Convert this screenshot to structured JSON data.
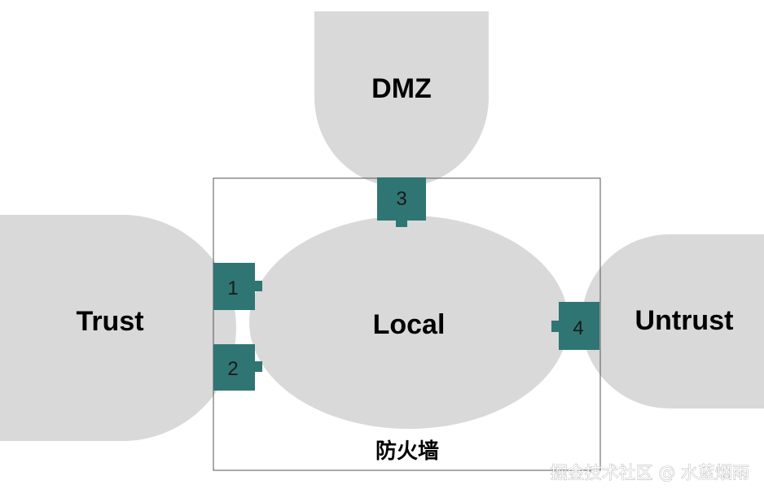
{
  "colors": {
    "zone_fill": "#d9d9d9",
    "port_fill": "#2f7573",
    "frame_stroke": "#555555",
    "background": "#ffffff"
  },
  "zones": {
    "dmz": "DMZ",
    "trust": "Trust",
    "local": "Local",
    "untrust": "Untrust"
  },
  "ports": [
    "1",
    "2",
    "3",
    "4"
  ],
  "firewall_label": "防火墙",
  "watermark": "掘金技术社区 @ 水蓝烟雨"
}
